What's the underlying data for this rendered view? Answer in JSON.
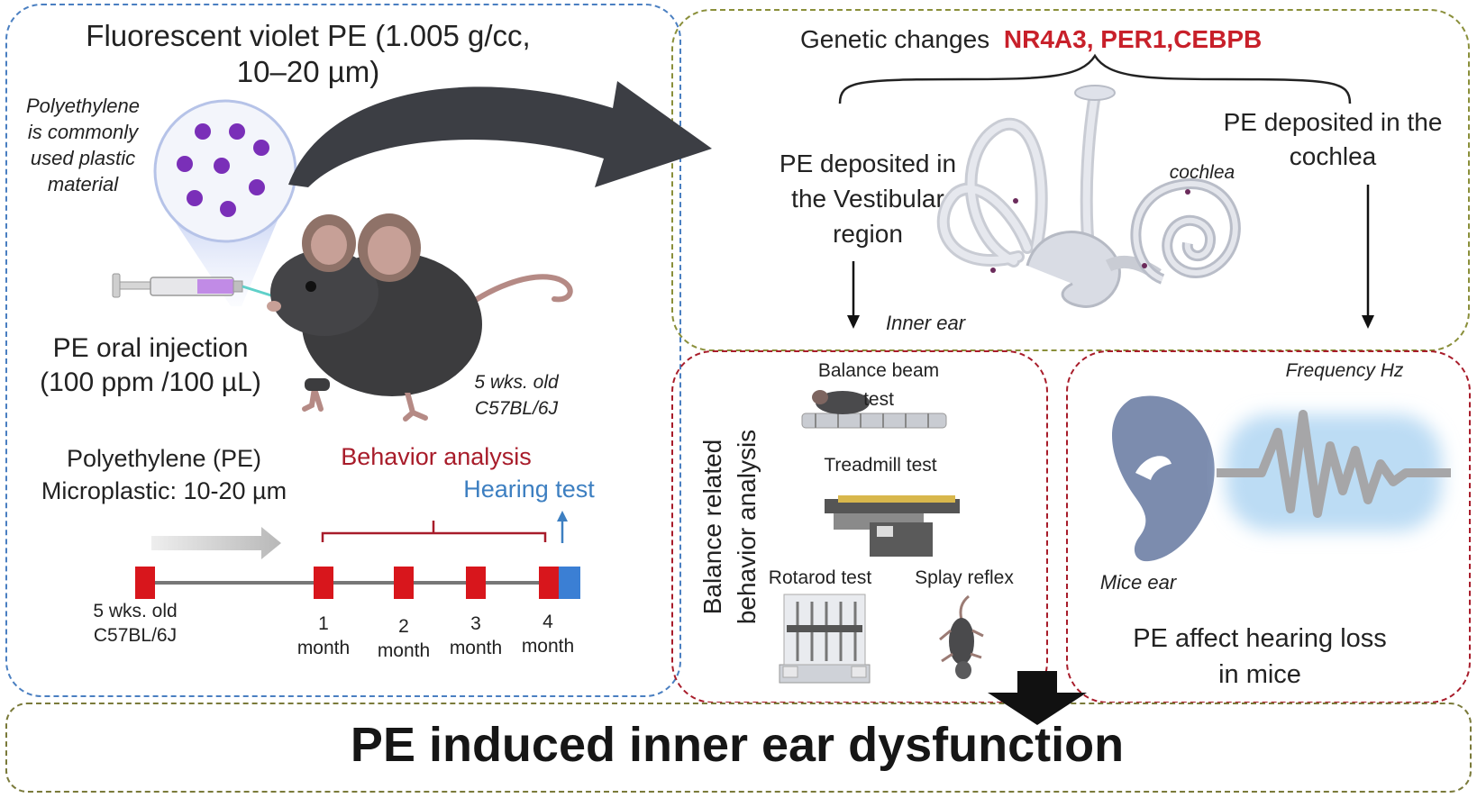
{
  "left_panel": {
    "title_line1": "Fluorescent violet PE (1.005 g/cc,",
    "title_line2": "10–20 µm)",
    "note_line1": "Polyethylene",
    "note_line2": "is commonly",
    "note_line3": "used plastic",
    "note_line4": "material",
    "injection_line1": "PE oral injection",
    "injection_line2": "(100 ppm /100 µL)",
    "mouse_age_line1": "5 wks. old",
    "mouse_age_line2": "C57BL/6J",
    "pe_line1": "Polyethylene (PE)",
    "pe_line2": "Microplastic: 10-20 µm",
    "behavior_label": "Behavior analysis",
    "hearing_label": "Hearing test",
    "timeline": {
      "start_line1": "5 wks. old",
      "start_line2": "C57BL/6J",
      "m1_num": "1",
      "m1_unit": "month",
      "m2_num": "2",
      "m2_unit": "month",
      "m3_num": "3",
      "m3_unit": "month",
      "m4_num": "4",
      "m4_unit": "month"
    }
  },
  "top_panel": {
    "genetic_label": "Genetic changes",
    "genes": "NR4A3, PER1,CEBPB",
    "vestibular_line1": "PE deposited in",
    "vestibular_line2": "the Vestibular",
    "vestibular_line3": "region",
    "cochlea_line1": "PE deposited in the",
    "cochlea_line2": "cochlea",
    "cochlea_label": "cochlea",
    "inner_ear_label": "Inner ear"
  },
  "mid_panel": {
    "vertical_line1": "Balance related",
    "vertical_line2": "behavior analysis",
    "balance_beam": "Balance beam",
    "balance_test": "test",
    "treadmill": "Treadmill test",
    "rotarod": "Rotarod test",
    "splay": "Splay reflex"
  },
  "right_panel": {
    "frequency": "Frequency Hz",
    "mice_ear": "Mice ear",
    "hearing_line1": "PE affect hearing loss",
    "hearing_line2": "in mice"
  },
  "conclusion": "PE induced inner ear dysfunction",
  "colors": {
    "left_border": "#4a7fc1",
    "top_border": "#8a8f3a",
    "panel_red": "#a81c2a",
    "gene_red": "#c8202a",
    "hearing_blue": "#3d7fc1",
    "particle": "#7a2fb8",
    "timeline_red": "#d8161c"
  }
}
